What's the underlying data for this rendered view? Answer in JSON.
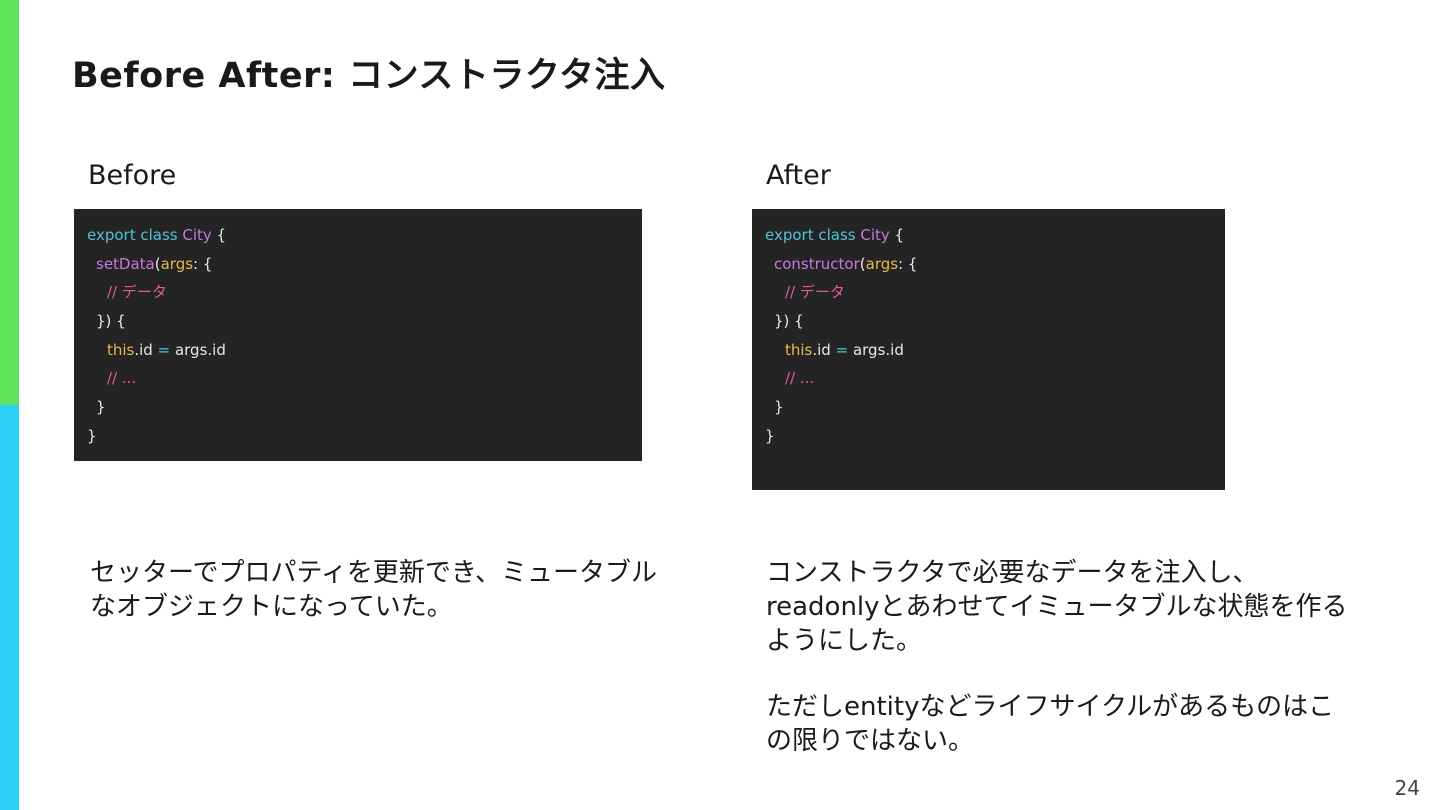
{
  "colors": {
    "accent_top": "#5ee35a",
    "accent_bottom": "#2fd0f5",
    "code_bg": "#242424"
  },
  "title": "Before After: コンストラクタ注入",
  "before": {
    "heading": "Before",
    "code": {
      "l1_kw": "export class",
      "l1_cls": "City",
      "l1_brace": " {",
      "l2_fn": "setData",
      "l2_paren": "(",
      "l2_arg": "args",
      "l2_rest": ": {",
      "l3_cmt": "// データ",
      "l4": "}) {",
      "l5_this": "this",
      "l5_mid": ".id ",
      "l5_op": "=",
      "l5_end": " args.id",
      "l6_cmt": "// ...",
      "l7": "}",
      "l8": "}"
    },
    "description": "セッターでプロパティを更新でき、ミュータブルなオブジェクトになっていた。"
  },
  "after": {
    "heading": "After",
    "code": {
      "l1_kw": "export class",
      "l1_cls": "City",
      "l1_brace": " {",
      "l2_fn": "constructor",
      "l2_paren": "(",
      "l2_arg": "args",
      "l2_rest": ": {",
      "l3_cmt": "// データ",
      "l4": "}) {",
      "l5_this": "this",
      "l5_mid": ".id ",
      "l5_op": "=",
      "l5_end": " args.id",
      "l6_cmt": "// ...",
      "l7": "}",
      "l8": "}"
    },
    "description_1": "コンストラクタで必要なデータを注入し、readonlyとあわせてイミュータブルな状態を作るようにした。",
    "description_2": "ただしentityなどライフサイクルがあるものはこの限りではない。"
  },
  "page_number": "24"
}
